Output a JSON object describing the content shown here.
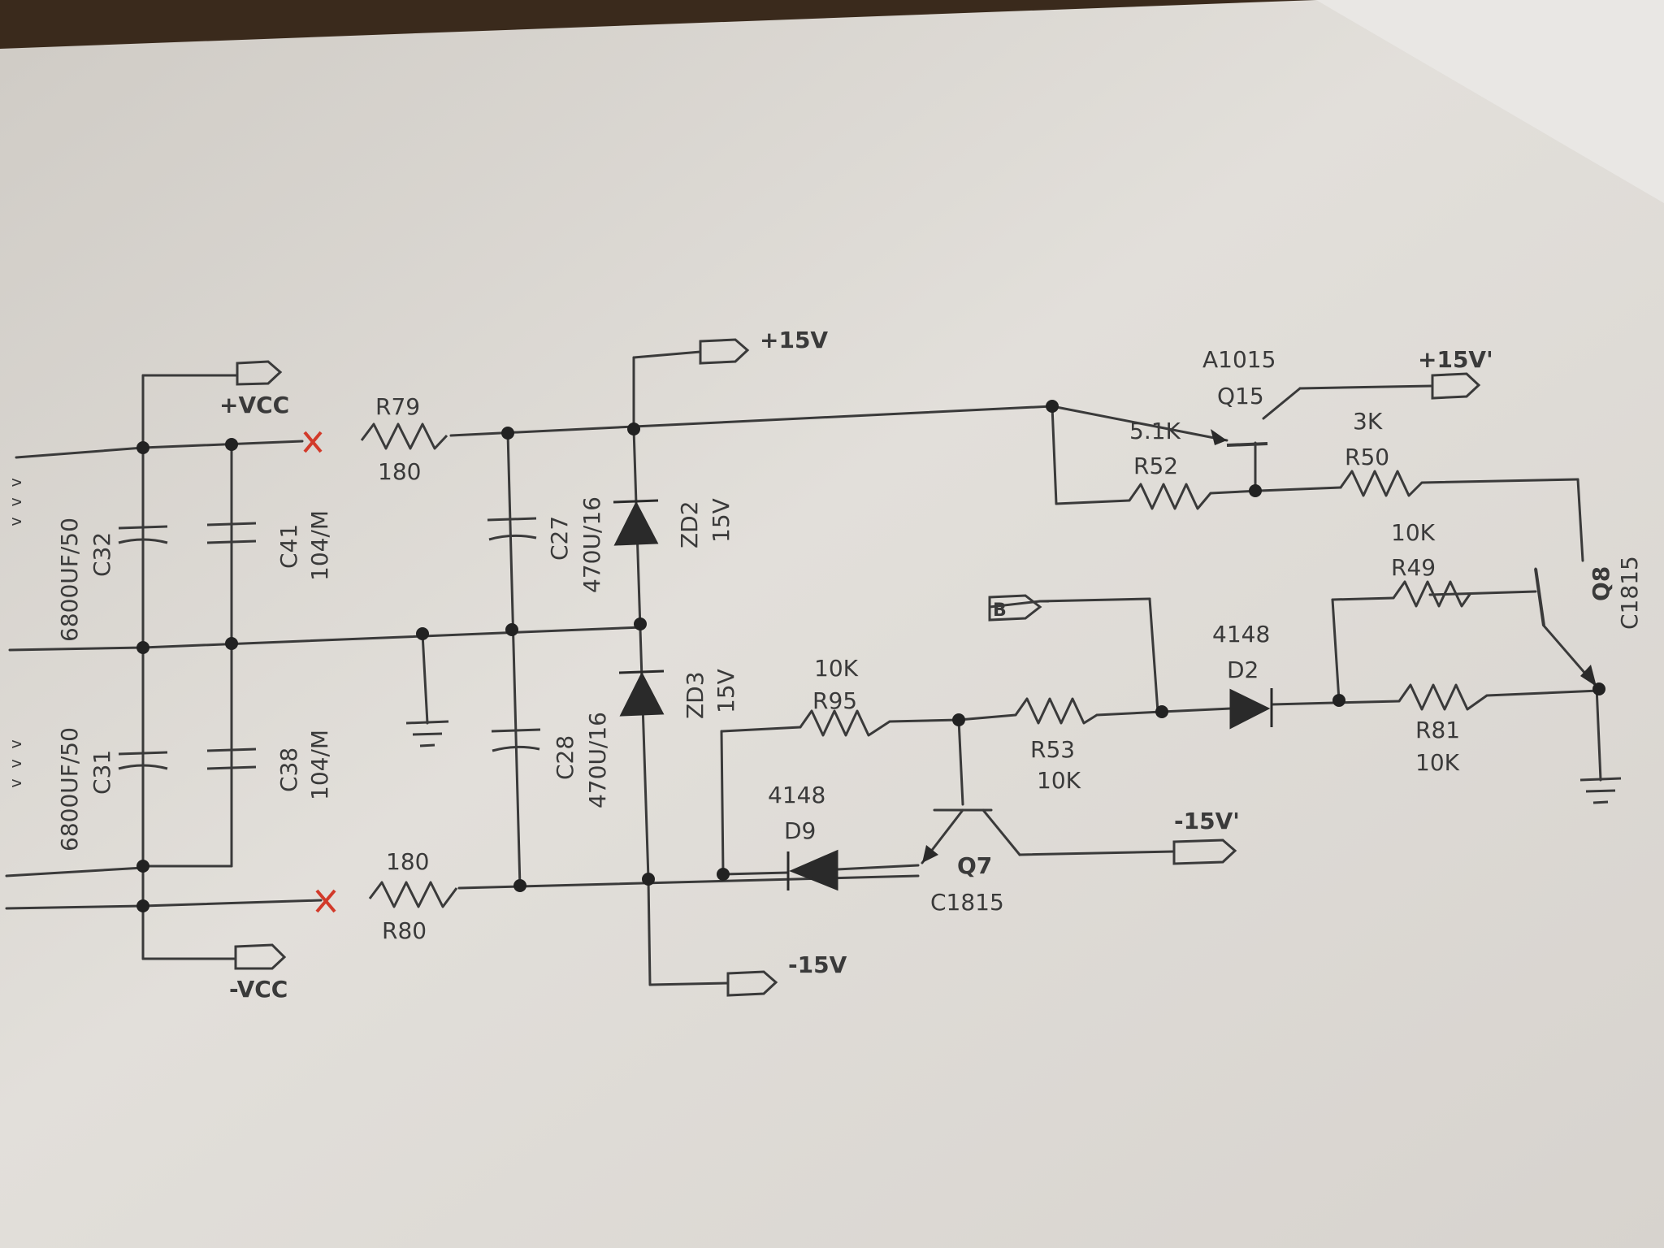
{
  "colors": {
    "paper": "#dedbd6",
    "ink": "#3a3a3a",
    "cut_mark": "#d23a2a",
    "background": "#3a2a1c"
  },
  "ports": {
    "plus_vcc": "+VCC",
    "minus_vcc": "-VCC",
    "plus_15v": "+15V",
    "minus_15v": "-15V",
    "plus_15v_prime": "+15V'",
    "minus_15v_prime": "-15V'",
    "b": "B"
  },
  "components": {
    "r79": {
      "ref": "R79",
      "value": "180"
    },
    "r80": {
      "ref": "R80",
      "value": "180"
    },
    "c32": {
      "ref": "C32",
      "value": "6800UF/50"
    },
    "c31": {
      "ref": "C31",
      "value": "6800UF/50"
    },
    "c41": {
      "ref": "C41",
      "value": "104/M"
    },
    "c38": {
      "ref": "C38",
      "value": "104/M"
    },
    "c27": {
      "ref": "C27",
      "value": "470U/16"
    },
    "c28": {
      "ref": "C28",
      "value": "470U/16"
    },
    "zd2": {
      "ref": "ZD2",
      "value": "15V"
    },
    "zd3": {
      "ref": "ZD3",
      "value": "15V"
    },
    "q15": {
      "ref": "Q15",
      "value": "A1015"
    },
    "r52": {
      "ref": "R52",
      "value": "5.1K"
    },
    "r50": {
      "ref": "R50",
      "value": "3K"
    },
    "r49": {
      "ref": "R49",
      "value": "10K"
    },
    "q8": {
      "ref": "Q8",
      "value": "C1815"
    },
    "d2": {
      "ref": "D2",
      "value": "4148"
    },
    "r81": {
      "ref": "R81",
      "value": "10K"
    },
    "r95": {
      "ref": "R95",
      "value": "10K"
    },
    "r53": {
      "ref": "R53",
      "value": "10K"
    },
    "d9": {
      "ref": "D9",
      "value": "4148"
    },
    "q7": {
      "ref": "Q7",
      "value": "C1815"
    }
  },
  "edge_marks": {
    "top": "v v v",
    "bottom": "v v v"
  }
}
